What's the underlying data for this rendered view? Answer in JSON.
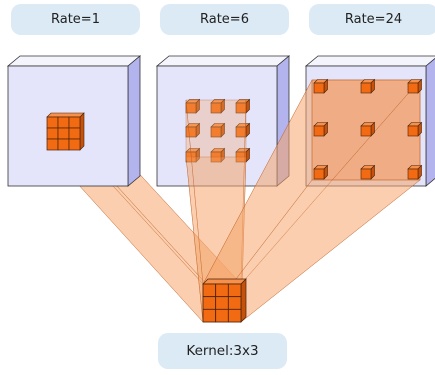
{
  "labels": {
    "rate_1": "Rate=1",
    "rate_6": "Rate=6",
    "rate_24": "Rate=24",
    "kernel": "Kernel:3x3"
  },
  "colors": {
    "pill_fill": "#dbeaf5",
    "cube_front": "#e4e5fb",
    "cube_side": "#b3b3ed",
    "cube_top": "#f4f4fd",
    "cube_edge": "#333333",
    "cell_fill": "#f26a12",
    "cell_edge": "#4a2208",
    "beam_fill": "#f5a66a",
    "region_fill": "#f2a070"
  }
}
